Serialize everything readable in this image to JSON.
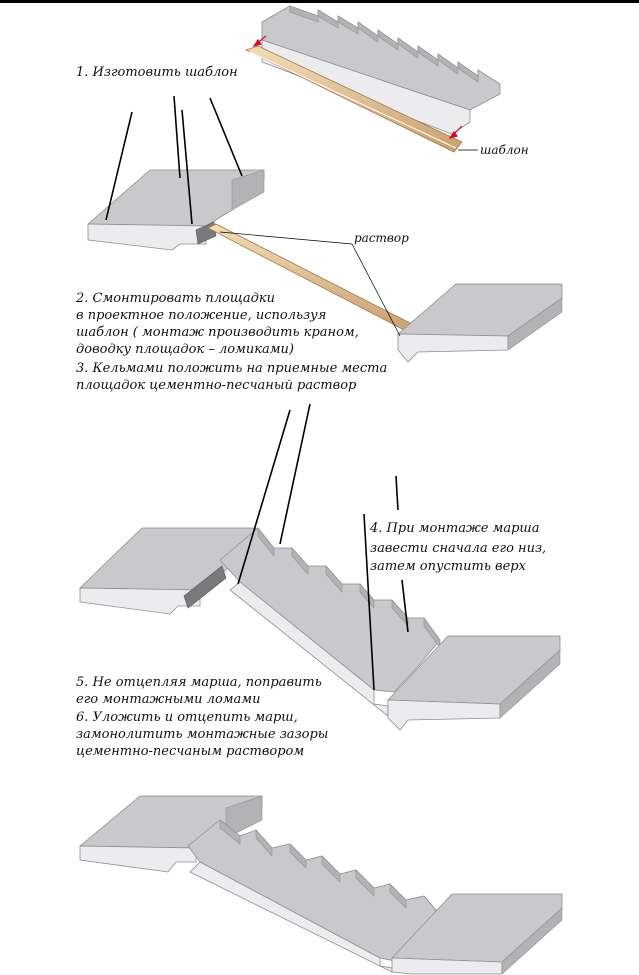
{
  "captions": {
    "step1": "1. Изготовить шаблон",
    "template_label": "шаблон",
    "mortar_label": "раствор",
    "step2_line1": "2. Смонтировать площадки",
    "step2_line2": "в проектное положение, используя",
    "step2_line3": "шаблон ( монтаж производить краном,",
    "step2_line4": "доводку площадок – ломиками)",
    "step3_line1": "3. Кельмами положить на приемные места",
    "step3_line2": "площадок цементно-песчаный раствор",
    "step4_line1": "4. При монтаже марша",
    "step4_line2": "завести сначала его низ,",
    "step4_line3": "затем опустить верх",
    "step5_line1": "5. Не отцепляя марша, поправить",
    "step5_line2": "его монтажными ломами",
    "step6_line1": "6. Уложить и отцепить марш,",
    "step6_line2": "замонолитить монтажные зазоры",
    "step6_line3": "цементно-песчаным раствором"
  },
  "colors": {
    "concrete_top": "#c9c9cb",
    "concrete_side": "#e4e4e6",
    "concrete_edge": "#9a9a9c",
    "wood": "#e8c9a0",
    "wood_dark": "#c9a070",
    "arrow": "#d0102a"
  }
}
